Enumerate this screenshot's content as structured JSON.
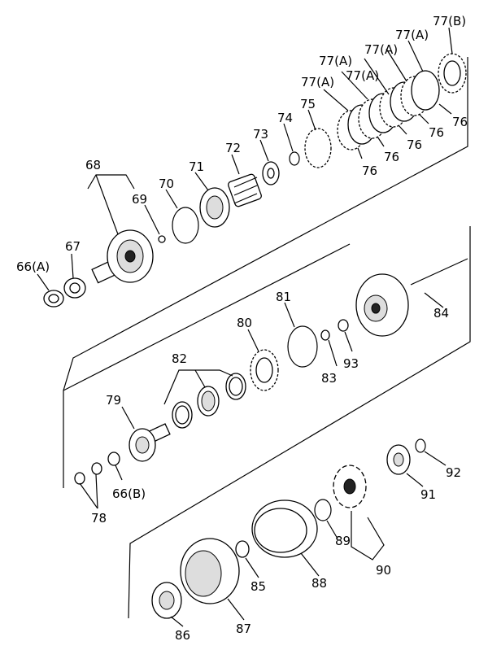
{
  "labels": {
    "p66a": "66(A)",
    "p67": "67",
    "p68": "68",
    "p69": "69",
    "p70": "70",
    "p71": "71",
    "p72": "72",
    "p73": "73",
    "p74": "74",
    "p75": "75",
    "p76a": "76",
    "p76b": "76",
    "p76c": "76",
    "p76d": "76",
    "p76e": "76",
    "p77a1": "77(A)",
    "p77a2": "77(A)",
    "p77a3": "77(A)",
    "p77a4": "77(A)",
    "p77a5": "77(A)",
    "p77b": "77(B)",
    "p78": "78",
    "p79": "79",
    "p80": "80",
    "p81": "81",
    "p82": "82",
    "p83": "83",
    "p84": "84",
    "p93": "93",
    "p66b": "66(B)",
    "p85": "85",
    "p86": "86",
    "p87": "87",
    "p88": "88",
    "p89": "89",
    "p90": "90",
    "p91": "91",
    "p92": "92"
  },
  "icons": [
    "gear",
    "ring",
    "washer",
    "clutch-plate",
    "snap-ring",
    "bearing",
    "shaft",
    "drum"
  ]
}
